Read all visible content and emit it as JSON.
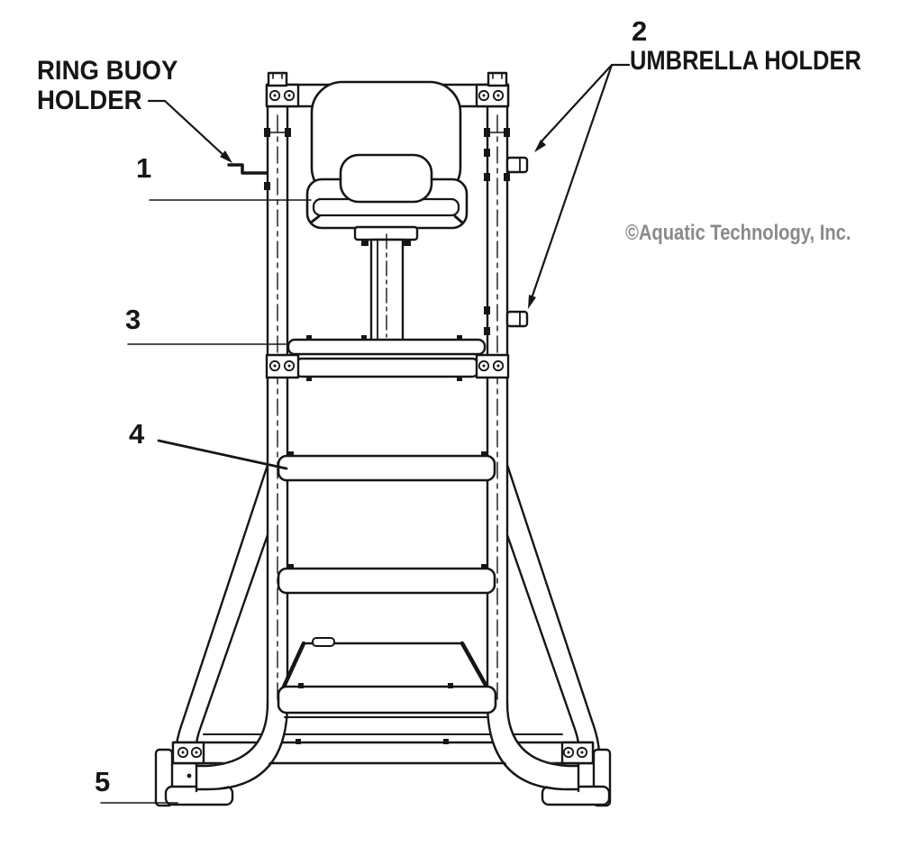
{
  "diagram": {
    "subject": "lifeguard-chair-parts-diagram",
    "colors": {
      "ink": "#161616",
      "watermark": "#8a8a8a",
      "background": "#ffffff"
    },
    "labels": {
      "ring_buoy": {
        "line1": "RING BUOY",
        "line2": "HOLDER"
      },
      "umbrella": {
        "text": "UMBRELLA HOLDER"
      }
    },
    "callouts": {
      "c1": "1",
      "c2": "2",
      "c3": "3",
      "c4": "4",
      "c5": "5"
    },
    "watermark": {
      "text": "©Aquatic Technology, Inc."
    }
  }
}
